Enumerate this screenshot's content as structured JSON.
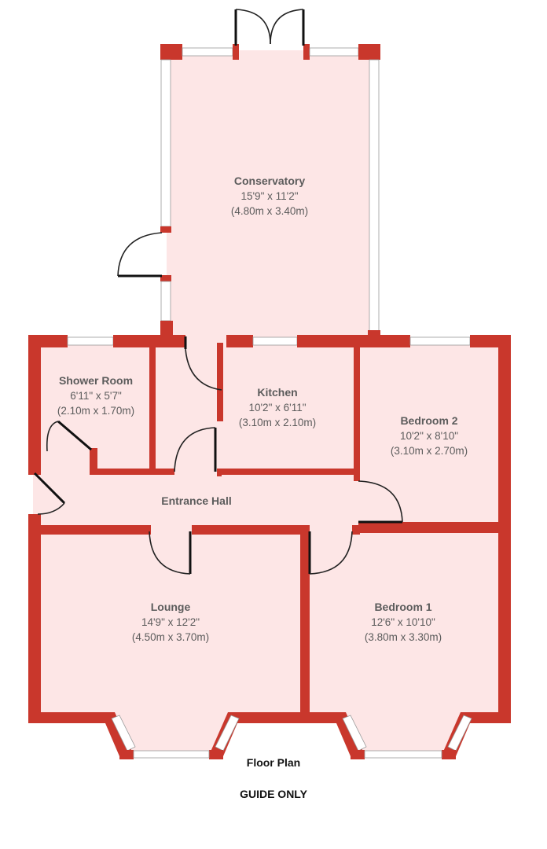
{
  "colors": {
    "wall": "#c9372c",
    "floor": "#fde6e6",
    "window": "#ffffff",
    "door": "#222222"
  },
  "plan": {
    "title": "Floor Plan",
    "note": "GUIDE ONLY"
  },
  "rooms": [
    {
      "id": "conservatory",
      "name": "Conservatory",
      "imperial": "15'9\" x 11'2\"",
      "metric": "(4.80m x 3.40m)"
    },
    {
      "id": "shower-room",
      "name": "Shower Room",
      "imperial": "6'11\" x 5'7\"",
      "metric": "(2.10m x 1.70m)"
    },
    {
      "id": "kitchen",
      "name": "Kitchen",
      "imperial": "10'2\" x 6'11\"",
      "metric": "(3.10m x 2.10m)"
    },
    {
      "id": "bedroom-2",
      "name": "Bedroom 2",
      "imperial": "10'2\" x 8'10\"",
      "metric": "(3.10m x 2.70m)"
    },
    {
      "id": "entrance-hall",
      "name": "Entrance Hall",
      "imperial": "",
      "metric": ""
    },
    {
      "id": "lounge",
      "name": "Lounge",
      "imperial": "14'9\" x 12'2\"",
      "metric": "(4.50m x 3.70m)"
    },
    {
      "id": "bedroom-1",
      "name": "Bedroom 1",
      "imperial": "12'6\" x 10'10\"",
      "metric": "(3.80m x 3.30m)"
    }
  ]
}
